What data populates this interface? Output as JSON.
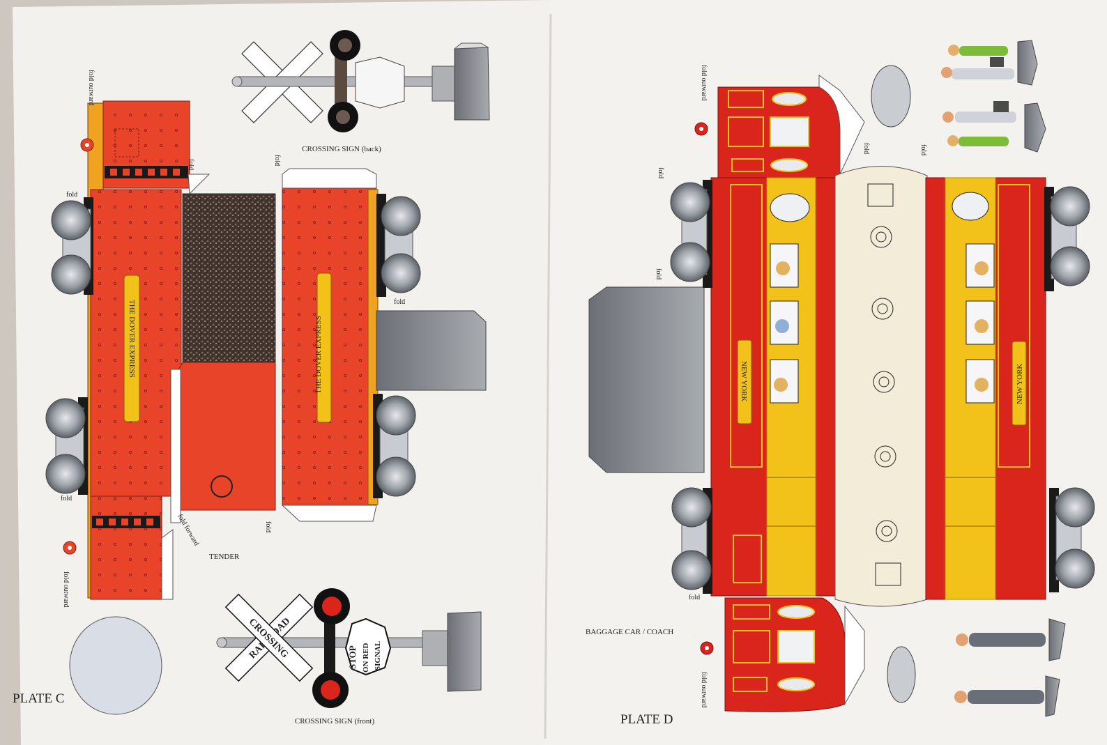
{
  "colors": {
    "paper_left": "#f3f1ee",
    "paper_right": "#f4f2ef",
    "red": "#d9251c",
    "red_dark": "#c41e1a",
    "orange_red": "#e8442a",
    "yellow": "#f2c21a",
    "orange": "#f0a320",
    "cream": "#f3ecd8",
    "gray": "#8b8d92",
    "coal": "#4a3a32"
  },
  "plate_c": {
    "plate_label": "PLATE C",
    "crossing_back_label": "CROSSING SIGN (back)",
    "crossing_front_label": "CROSSING SIGN (front)",
    "tender_label": "TENDER",
    "engine_name_1": "THE DOVER EXPRESS",
    "engine_name_2": "THE DOVER EXPRESS",
    "fold_outward_top": "fold outward",
    "fold_outward_bottom": "fold outward",
    "fold_forward": "fold forward",
    "fold": "fold",
    "railroad_word": "RAILROAD",
    "crossing_word": "CROSSING",
    "stop_sign": [
      "STOP",
      "ON RED",
      "SIGNAL"
    ]
  },
  "plate_d": {
    "plate_label": "PLATE D",
    "car_label": "BAGGAGE CAR / COACH",
    "car_name_1": "NEW YORK",
    "car_name_2": "NEW YORK",
    "fold_outward_top": "fold outward",
    "fold_outward_bottom": "fold outward",
    "fold": "fold"
  }
}
